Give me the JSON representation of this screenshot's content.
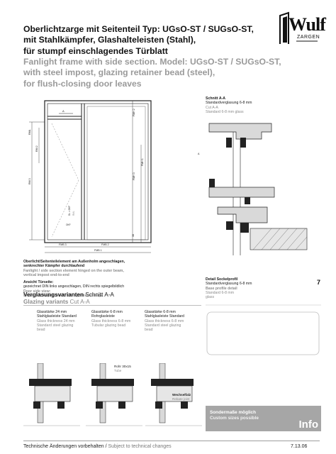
{
  "header": {
    "title_de_line1": "Oberlichtzarge mit Seitenteil Typ: UGsO-ST / SUGsO-ST,",
    "title_de_line2": "mit Stahlkämpfer, Glashalteleisten (Stahl),",
    "title_de_line3": "für stumpf einschlagendes Türblatt",
    "title_en_line1": "Fanlight frame with side section. Model: UGsO-ST / SUGsO-ST,",
    "title_en_line2": "with steel impost, glazing retainer bead (steel),",
    "title_en_line3": "for flush-closing door leaves"
  },
  "logo": {
    "word": "Wulf",
    "sub": "ZARGEN"
  },
  "drawing_labels": {
    "fmh2": "FMH 2",
    "fmh1": "FMH 1",
    "fmh3": "FMH 3",
    "rml": "RML",
    "rm3": "RM 3",
    "rm2": "RM 2",
    "rml_small": "RML",
    "dl": "DL = OKF",
    "okf": "OKF",
    "fmb3": "FMB 3",
    "fmb2": "FMB 2",
    "fmb1": "FMB 1",
    "a": "A",
    "a2": "A",
    "d": "38"
  },
  "schnitt": {
    "title": "Schnitt A-A",
    "line1": "Standardverglasung 6-8 mm",
    "line2": "Cut A-A",
    "line3": "Standard 6-8 mm glass"
  },
  "caption_main": {
    "de1": "Oberlicht/Seitenteilelement am Außenholm angeschlagen,",
    "de2": "senkrechter Kämpfer durchlaufend",
    "en1": "Fanlight / side section element hinged on the outer beam,",
    "en2": "vertical impost end-to-end",
    "view_de": "Ansicht Türseite:",
    "view_de2": "gezeichnet DIN links angeschlagen, DIN rechts spiegelbildlich",
    "view_en": "Door side view:",
    "view_en2": "Drawn DIN hinged on left, DIN right mirror image"
  },
  "sockel": {
    "de1": "Detail Sockelprofil",
    "de2": "Standardverglasung 6-8 mm",
    "en1": "Base profile detail",
    "en2": "Standard 6-8 mm",
    "en3": "glass"
  },
  "page_number": "7",
  "glazing": {
    "title_de": "Verglasungsvarianten",
    "title_de2": "Schnitt A-A",
    "title_en": "Glazing variants",
    "title_en2": "Cut A-A",
    "columns": [
      {
        "de1": "Glasstärke 24 mm",
        "de2": "Stahlglasleiste Standard",
        "en1": "Glass thickness 24 mm",
        "en2": "Standard steel glazing",
        "en3": "bead"
      },
      {
        "de1": "Glasstärke 6-8 mm",
        "de2": "Rohrglasleiste",
        "en1": "Glass thickness 6-8 mm",
        "en2": "Tubular glazing bead",
        "en3": ""
      },
      {
        "de1": "Glasstärke 6-8 mm",
        "de2": "Stahlglasleiste Standard",
        "en1": "Glass thickness 6-8 mm",
        "en2": "Standard steel glazing",
        "en3": "bead"
      }
    ],
    "rohr_de": "Rohr 30x15",
    "rohr_en": "Tube",
    "wechsel_de": "Wechselfalz",
    "wechsel_en": "Rebate joint"
  },
  "info": {
    "de": "Sondermaße möglich",
    "en": "Custom sizes possible",
    "word": "Info"
  },
  "footer": {
    "de": "Technische Änderungen vorbehalten /",
    "en": "Subject to technical changes",
    "date": "7.13.06"
  }
}
